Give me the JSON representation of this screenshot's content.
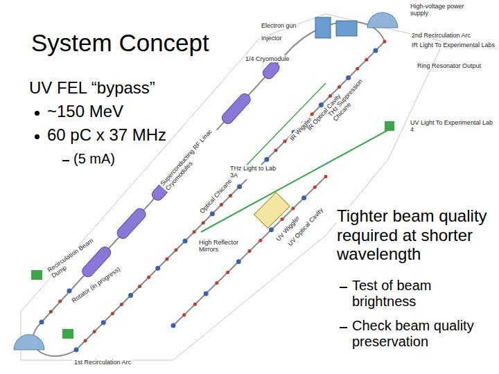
{
  "diagram": {
    "title": "System Concept",
    "labels": [
      "UV FEL “bypass”",
      "~150 MeV",
      "60 pC x 37 MHz",
      "(5 mA)",
      "Tighter beam quality required at shorter wavelength",
      "Test of beam brightness",
      "Check beam quality preservation",
      "Electron gun",
      "Injector",
      "High-voltage power supply",
      "2nd Recirculation Arc",
      "IR Light To Experimental Labs",
      "Ring Resonator Output",
      "1/4 Cryomodule",
      "THz Suppression Chicane",
      "IR Optical Cavity",
      "IR Wiggler",
      "Superconducting RF Linac Cryomodules",
      "UV Light To Experimental Lab 4",
      "THz Light to Lab 3A",
      "Optical Chicane",
      "High Reflector Mirrors",
      "UV Wiggler",
      "UV Optical Cavity",
      "Recirculation Beam Dump",
      "Rotator (in progress)",
      "1st Recirculation Arc"
    ]
  }
}
